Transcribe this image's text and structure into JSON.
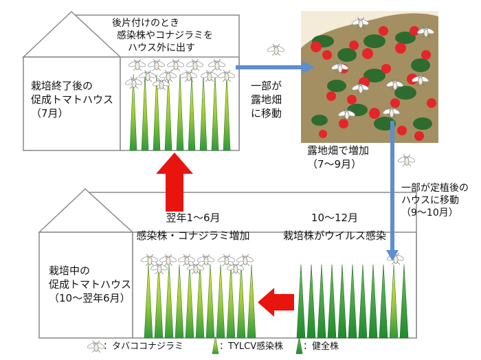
{
  "top_house": {
    "label_line1": "栽培終了後の",
    "label_line2": "促成トマトハウス",
    "label_line3": "（7月）",
    "note_line1": "後片付けのとき",
    "note_line2": "感染株やコナジラミを",
    "note_line3": "ハウス外に出す"
  },
  "field": {
    "move_line1": "一部が",
    "move_line2": "露地畑",
    "move_line3": "に移動",
    "increase_line1": "露地畑で増加",
    "increase_line2": "（7～9月）"
  },
  "right_arrow": {
    "line1": "一部が定植後の",
    "line2": "ハウスに移動",
    "line3": "（9～10月）"
  },
  "bottom_house": {
    "label_line1": "栽培中の",
    "label_line2": "促成トマトハウス",
    "label_line3": "（10～翌年6月）",
    "left_period": "翌年1～6月",
    "left_event": "感染株・コナジラミ増加",
    "right_period": "10～12月",
    "right_event": "栽培株がウイルス感染"
  },
  "legend": {
    "whitefly": "：タバココナジラミ",
    "infected": "：TYLCV感染株",
    "healthy": "：健全株"
  },
  "colors": {
    "infected_tip": "#e8e030",
    "plant_green": "#2f9a3a",
    "red_arrow": "#e8150f",
    "blue_arrow": "#5b8fd0",
    "soil": "#a48f62",
    "tomato": "#e4252a"
  }
}
